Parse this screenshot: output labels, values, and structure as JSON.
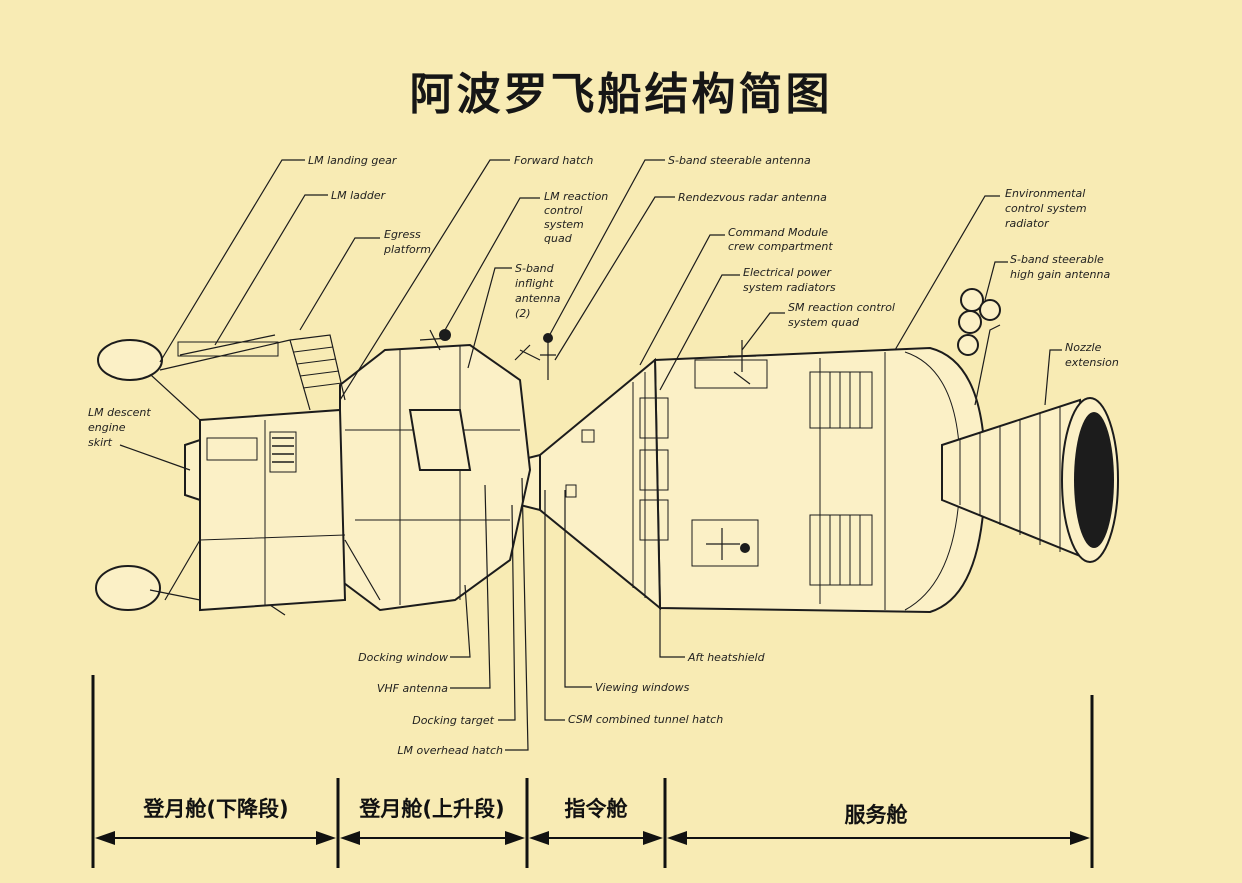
{
  "title": "阿波罗飞船结构简图",
  "labels": {
    "lm_landing_gear": "LM landing gear",
    "lm_ladder": "LM ladder",
    "egress_platform": [
      "Egress",
      "platform"
    ],
    "forward_hatch": "Forward hatch",
    "lm_rcs_quad": [
      "LM reaction",
      "control",
      "system",
      "quad"
    ],
    "s_band_inflight": [
      "S-band",
      "inflight",
      "antenna",
      "(2)"
    ],
    "s_band_steerable": "S-band steerable antenna",
    "rendezvous_radar": "Rendezvous radar antenna",
    "cm_crew": [
      "Command Module",
      "crew compartment"
    ],
    "electrical_radiators": [
      "Electrical power",
      "system radiators"
    ],
    "sm_rcs_quad": [
      "SM reaction control",
      "system quad"
    ],
    "env_radiator": [
      "Environmental",
      "control system",
      "radiator"
    ],
    "high_gain": [
      "S-band steerable",
      "high gain antenna"
    ],
    "nozzle_extension": [
      "Nozzle",
      "extension"
    ],
    "lm_descent_skirt": [
      "LM descent",
      "engine",
      "skirt"
    ],
    "docking_window": "Docking window",
    "vhf_antenna": "VHF antenna",
    "docking_target": "Docking target",
    "lm_overhead_hatch": "LM overhead hatch",
    "viewing_windows": "Viewing windows",
    "csm_tunnel_hatch": "CSM combined tunnel hatch",
    "aft_heatshield": "Aft heatshield"
  },
  "sections": {
    "lm_descent": "登月舱(下降段)",
    "lm_ascent": "登月舱(上升段)",
    "command_module": "指令舱",
    "service_module": "服务舱"
  },
  "colors": {
    "background": "#f8ebb4",
    "ink": "#1c1c1c"
  }
}
